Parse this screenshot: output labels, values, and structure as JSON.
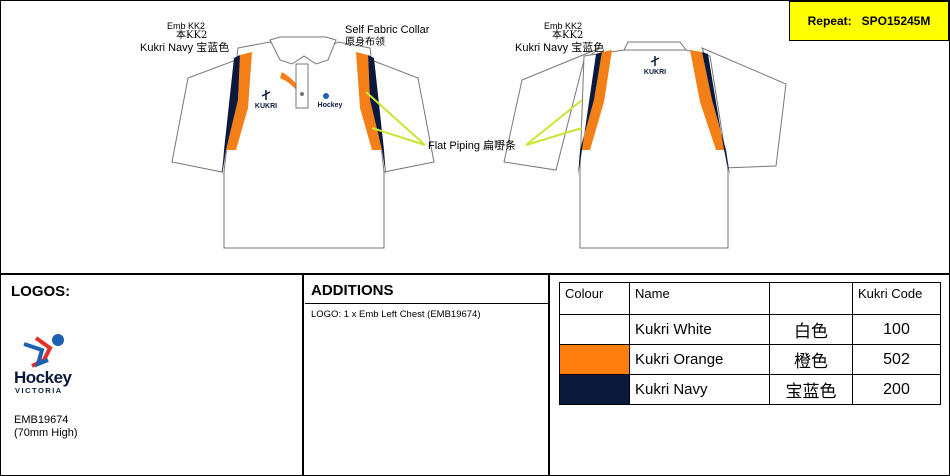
{
  "repeat": {
    "label": "Repeat:",
    "code": "SPO15245M"
  },
  "front_labels": {
    "emb_line1": "Emb KK2",
    "emb_line2": "本KK2",
    "navy_label": "Kukri Navy 宝蓝色",
    "collar_en": "Self Fabric Collar",
    "collar_cn": "原身布领"
  },
  "back_labels": {
    "emb_line1": "Emb KK2",
    "emb_line2": "本KK2",
    "navy_label": "Kukri Navy 宝蓝色"
  },
  "piping_label": "Flat Piping 扁嘢条",
  "brand_logo_text": "KUKRI",
  "hockey_chest_text": "Hockey",
  "logos": {
    "title": "LOGOS:",
    "logo_text_main": "Hockey",
    "logo_text_sub": "VICTORIA",
    "code": "EMB19674",
    "size": "(70mm High)"
  },
  "additions": {
    "title": "ADDITIONS",
    "items": [
      "LOGO: 1 x Emb Left Chest (EMB19674)"
    ]
  },
  "colour_table": {
    "headers": [
      "Colour",
      "Name",
      "",
      "Kukri Code"
    ],
    "rows": [
      {
        "swatch": "#ffffff",
        "name": "Kukri White",
        "cn": "白色",
        "code": "100"
      },
      {
        "swatch": "#ff7f0e",
        "name": "Kukri Orange",
        "cn": "橙色",
        "code": "502"
      },
      {
        "swatch": "#0b1a3c",
        "name": "Kukri Navy",
        "cn": "宝蓝色",
        "code": "200"
      }
    ]
  },
  "colors": {
    "orange": "#f57f17",
    "navy": "#0b1a3c",
    "piping_pointer": "#c8e632",
    "repeat_bg": "#ffff00"
  }
}
